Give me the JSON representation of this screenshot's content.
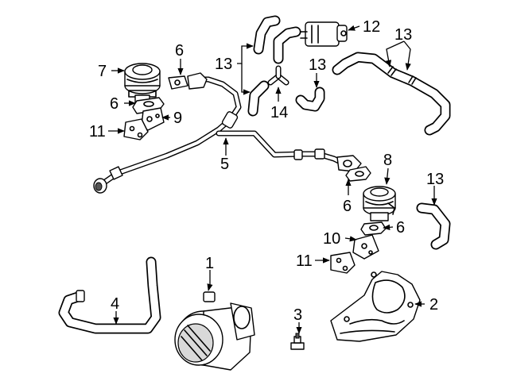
{
  "callouts": {
    "c1": "1",
    "c2": "2",
    "c3": "3",
    "c4": "4",
    "c5": "5",
    "c6a": "6",
    "c6b": "6",
    "c6c": "6",
    "c6d": "6",
    "c7": "7",
    "c8": "8",
    "c9": "9",
    "c10": "10",
    "c11a": "11",
    "c11b": "11",
    "c12": "12",
    "c13a": "13",
    "c13b": "13",
    "c13c": "13",
    "c13d": "13",
    "c14": "14"
  }
}
